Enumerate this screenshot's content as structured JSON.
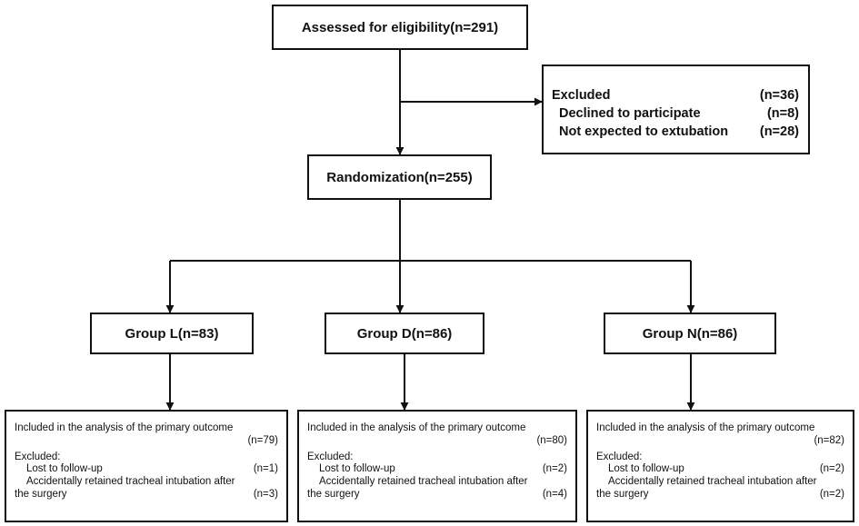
{
  "assessed": {
    "label": "Assessed for eligibility(n=291)"
  },
  "excluded": {
    "title": "Excluded",
    "title_n": "(n=36)",
    "items": [
      {
        "label": "Declined to participate",
        "n": "(n=8)"
      },
      {
        "label": "Not expected to extubation",
        "n": "(n=28)"
      }
    ]
  },
  "randomization": {
    "label": "Randomization(n=255)"
  },
  "groups": [
    {
      "label": "Group L(n=83)"
    },
    {
      "label": "Group D(n=86)"
    },
    {
      "label": "Group N(n=86)"
    }
  ],
  "outcomes": [
    {
      "included_label": "Included in the analysis of the primary outcome",
      "included_n": "(n=79)",
      "excluded_label": "Excluded:",
      "lost_label": "Lost to follow-up",
      "lost_n": "(n=1)",
      "retained_label_1": "Accidentally retained tracheal intubation after",
      "retained_label_2": "the surgery",
      "retained_n": "(n=3)"
    },
    {
      "included_label": "Included in the analysis of the primary outcome",
      "included_n": "(n=80)",
      "excluded_label": "Excluded:",
      "lost_label": "Lost to follow-up",
      "lost_n": "(n=2)",
      "retained_label_1": "Accidentally retained tracheal intubation after",
      "retained_label_2": "the surgery",
      "retained_n": "(n=4)"
    },
    {
      "included_label": "Included in the analysis of the primary outcome",
      "included_n": "(n=82)",
      "excluded_label": "Excluded:",
      "lost_label": "Lost to follow-up",
      "lost_n": "(n=2)",
      "retained_label_1": "Accidentally retained tracheal intubation after",
      "retained_label_2": "the surgery",
      "retained_n": "(n=2)"
    }
  ]
}
